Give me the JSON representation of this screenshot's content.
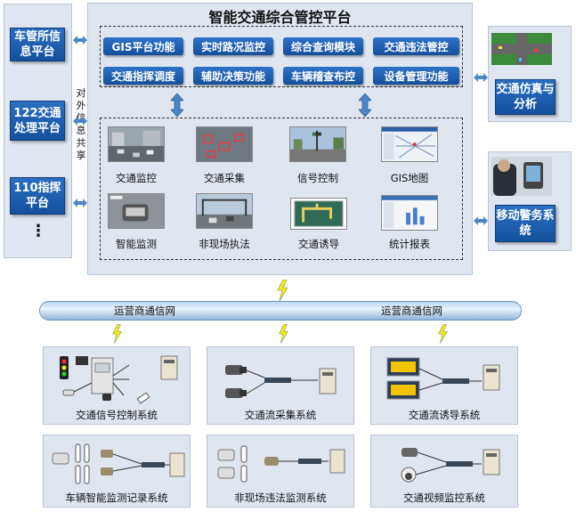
{
  "left": {
    "items": [
      "车管所信息平台",
      "122交通处理平台",
      "110指挥平台"
    ],
    "more": "⋮",
    "share_label": "对外信息共享"
  },
  "main": {
    "title": "智能交通综合管控平台",
    "modules": [
      "GIS平台功能",
      "实时路况监控",
      "综合查询模块",
      "交通违法管控",
      "交通指挥调度",
      "辅助决策功能",
      "车辆稽查布控",
      "设备管理功能"
    ],
    "apps": [
      "交通监控",
      "交通采集",
      "信号控制",
      "GIS地图",
      "智能监测",
      "非现场执法",
      "交通诱导",
      "统计报表"
    ]
  },
  "right": {
    "items": [
      "交通仿真与分析",
      "移动警务系统"
    ]
  },
  "network": {
    "labels": [
      "运营商通信网",
      "运营商通信网"
    ]
  },
  "subsystems": [
    "交通信号控制系统",
    "交通流采集系统",
    "交通流诱导系统",
    "车辆智能监测记录系统",
    "非现场违法监测系统",
    "交通视频监控系统"
  ],
  "colors": {
    "box_blue": "#1a5db0",
    "panel_bg": "#dfe6f0",
    "pipe": "#a9cbe8",
    "arrow": "#4c86c6",
    "bolt": "#e8e800"
  }
}
